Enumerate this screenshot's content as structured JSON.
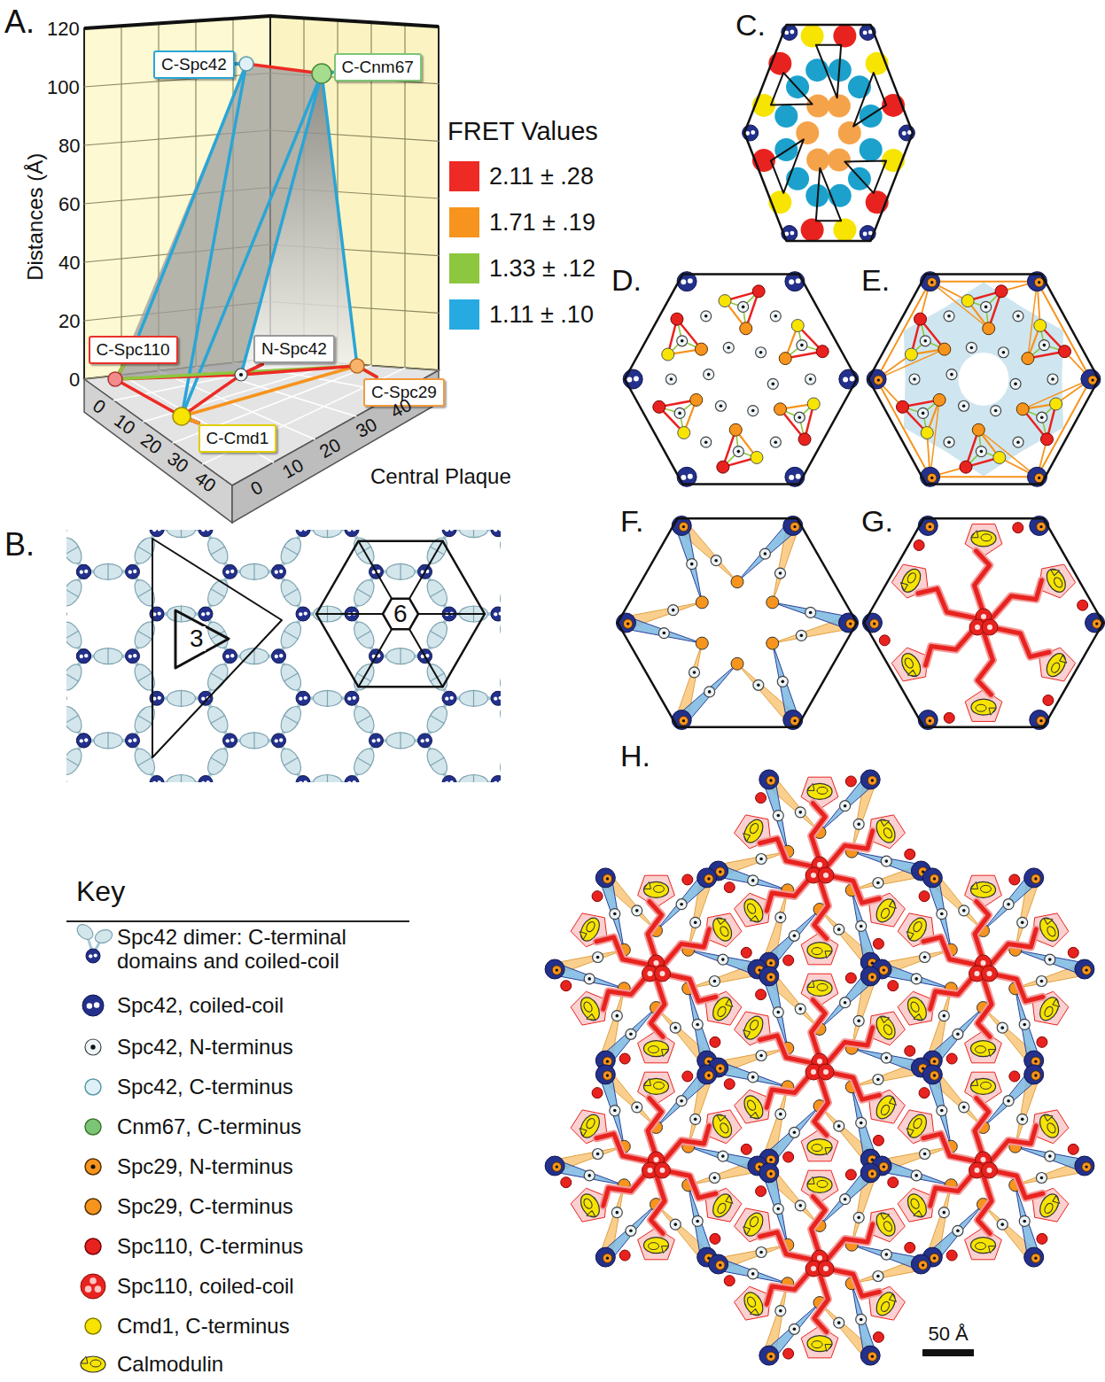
{
  "diagram": {
    "nodes": [
      {
        "text": [
          "C-Spc42"
        ]
      },
      {
        "text": [
          "C-Cnm67"
        ]
      },
      {
        "text": [
          "C-Spc110"
        ]
      },
      {
        "text": [
          "N-Spc42"
        ]
      },
      {
        "text": [
          "C-Spc29"
        ]
      },
      {
        "text": [
          "C-Cmd1"
        ]
      }
    ],
    "edges": [
      {
        "from": 0,
        "to": 1,
        "arrow": "none"
      },
      {
        "from": 0,
        "to": 2,
        "arrow": "none"
      },
      {
        "from": 0,
        "to": 5,
        "arrow": "none"
      },
      {
        "from": 1,
        "to": 5,
        "arrow": "none"
      },
      {
        "from": 1,
        "to": 3,
        "arrow": "none"
      },
      {
        "from": 1,
        "to": 4,
        "arrow": "none"
      },
      {
        "from": 2,
        "to": 5,
        "arrow": "none"
      },
      {
        "from": 2,
        "to": 3,
        "arrow": "none"
      },
      {
        "from": 5,
        "to": 3,
        "arrow": "none"
      },
      {
        "from": 5,
        "to": 4,
        "arrow": "none"
      },
      {
        "from": 2,
        "to": 4,
        "arrow": "none"
      },
      {
        "from": 3,
        "to": 4,
        "arrow": "none"
      }
    ],
    "labels": [
      "A.",
      "120",
      "100",
      "80",
      "60",
      "40",
      "20",
      "0",
      "Distances (Å)",
      "0",
      "10",
      "20",
      "30",
      "40",
      "0",
      "10",
      "20",
      "30",
      "40",
      "Central Plaque",
      "FRET Values",
      "B.",
      "3",
      "6",
      "Key",
      "C.",
      "D.",
      "E.",
      "F.",
      "G.",
      "H.",
      "50 Å"
    ],
    "legend": [
      {
        "text": "2.11 ± .28",
        "color": "#ee2a24"
      },
      {
        "text": "1.71 ± .19",
        "color": "#f7941d"
      },
      {
        "text": "1.33 ± .12",
        "color": "#8dc63f"
      },
      {
        "text": "1.11 ± .10",
        "color": "#27aae1"
      },
      {
        "text": "Spc42 dimer: C-terminal domains and coiled-coil"
      },
      {
        "text": "Spc42, coiled-coil"
      },
      {
        "text": "Spc42, N-terminus"
      },
      {
        "text": "Spc42, C-terminus"
      },
      {
        "text": "Cnm67, C-terminus"
      },
      {
        "text": "Spc29, N-terminus"
      },
      {
        "text": "Spc29, C-terminus"
      },
      {
        "text": "Spc110, C-terminus"
      },
      {
        "text": "Spc110, coiled-coil"
      },
      {
        "text": "Cmd1, C-terminus"
      },
      {
        "text": "Calmodulin"
      }
    ]
  }
}
